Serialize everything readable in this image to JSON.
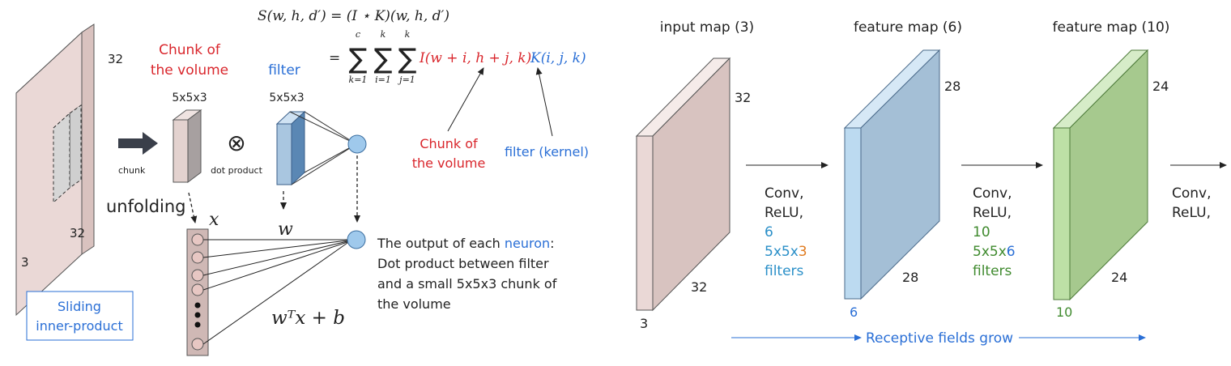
{
  "colors": {
    "red": "#d9262c",
    "blue": "#2a6fd6",
    "teal": "#2a8fc8",
    "orange": "#e07b1f",
    "green": "#3f8a2e",
    "input_face": "#ead8d6",
    "blue_face": "#a9c6e0",
    "green_face": "#a9cf93"
  },
  "left": {
    "formula": {
      "lhs": "S(w, h, d′) = (I ⋆ K)(w, h, d′)",
      "eq": "=",
      "sum_k_top": "c",
      "sum_k_bottom": "k=1",
      "sum_i_top": "k",
      "sum_i_bottom": "i=1",
      "sum_j_top": "k",
      "sum_j_bottom": "j=1",
      "i_term": "I(w + i, h + j, k)",
      "k_term": "K(i, j, k)"
    },
    "volume_label_32_top": "32",
    "volume_label_32_bottom": "32",
    "volume_label_3": "3",
    "chunk_title_line1": "Chunk of",
    "chunk_title_line2": "the volume",
    "chunk_size": "5x5x3",
    "chunk_arrow_label": "chunk",
    "filter_title": "filter",
    "filter_size": "5x5x3",
    "dot_symbol": "⊗",
    "dot_label": "dot product",
    "chunk_callout_line1": "Chunk of",
    "chunk_callout_line2": "the volume",
    "filter_callout": "filter (kernel)",
    "unfolding": "unfolding",
    "x_label": "x",
    "w_label": "w",
    "wtx": "wᵀx + b",
    "output_text_prefix": "The output of each ",
    "output_text_neuron": "neuron",
    "output_text_colon": ":",
    "output_line2": "Dot product between filter",
    "output_line3": "and a small 5x5x3 chunk of",
    "output_line4": "the volume",
    "sliding_line1": "Sliding",
    "sliding_line2": "inner-product"
  },
  "right": {
    "maps": [
      {
        "title": "input map (3)",
        "top": "32",
        "bottom": "32",
        "depth": "3"
      },
      {
        "title": "feature map (6)",
        "top": "28",
        "bottom": "28",
        "depth": "6"
      },
      {
        "title": "feature map (10)",
        "top": "24",
        "bottom": "24",
        "depth": "10"
      }
    ],
    "conv1": {
      "l1": "Conv,",
      "l2": "ReLU,",
      "l3": "6",
      "l4a": "5x5x",
      "l4b": "3",
      "l5": "filters"
    },
    "conv2": {
      "l1": "Conv,",
      "l2": "ReLU,",
      "l3": "10",
      "l4a": "5x5x",
      "l4b": "6",
      "l5": "filters"
    },
    "conv3": {
      "l1": "Conv,",
      "l2": "ReLU,"
    },
    "receptive": "Receptive fields grow"
  }
}
